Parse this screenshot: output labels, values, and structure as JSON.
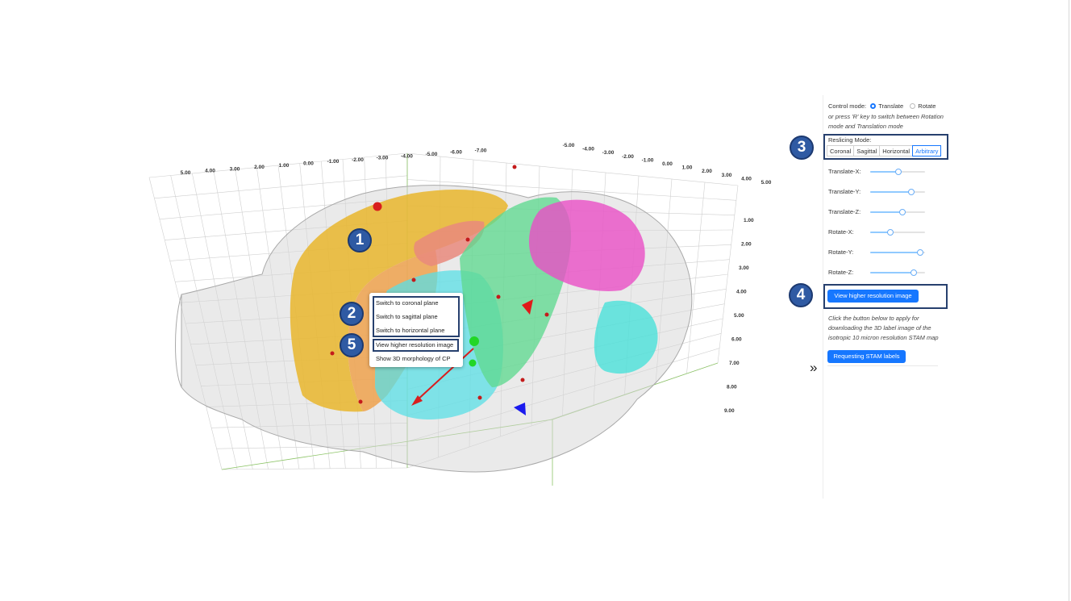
{
  "axis_top_labels": [
    "5.00",
    "4.00",
    "3.00",
    "2.00",
    "1.00",
    "0.00",
    "-1.00",
    "-2.00",
    "-3.00",
    "-4.00",
    "-5.00",
    "-6.00",
    "-7.00",
    "-5.00",
    "-4.00",
    "-3.00",
    "-2.00",
    "-1.00",
    "0.00",
    "1.00",
    "2.00",
    "3.00",
    "4.00",
    "5.00"
  ],
  "axis_right_labels": [
    "1.00",
    "2.00",
    "3.00",
    "4.00",
    "5.00",
    "6.00",
    "7.00",
    "8.00",
    "9.00"
  ],
  "context_menu": {
    "items": [
      "Switch to coronal plane",
      "Switch to sagittal plane",
      "Switch to horizontal plane",
      "View higher resolution image",
      "Show 3D morphology of CP"
    ]
  },
  "callouts": [
    "1",
    "2",
    "3",
    "4",
    "5"
  ],
  "panel": {
    "control_mode_label": "Control mode:",
    "translate_label": "Translate",
    "rotate_label": "Rotate",
    "hint_line1": "or press 'R' key to switch between Rotation",
    "hint_line2": "mode and Translation mode",
    "reslicing_label": "Reslicing Mode:",
    "reslicing_options": [
      "Coronal",
      "Sagittal",
      "Horizontal",
      "Arbitrary"
    ],
    "reslicing_selected": "Arbitrary",
    "sliders": [
      {
        "label": "Translate-X:",
        "value": 0.5
      },
      {
        "label": "Translate-Y:",
        "value": 0.74
      },
      {
        "label": "Translate-Z:",
        "value": 0.58
      },
      {
        "label": "Rotate-X:",
        "value": 0.35
      },
      {
        "label": "Rotate-Y:",
        "value": 0.9
      },
      {
        "label": "Rotate-Z:",
        "value": 0.78
      }
    ],
    "view_button": "View higher resolution image",
    "note_line1": "Click the button below to apply for",
    "note_line2": "downloading the 3D label image of the",
    "note_line3": "isotropic 10 micron resolution STAM map",
    "request_button": "Requesting STAM labels",
    "collapse_glyph": "»"
  },
  "colors": {
    "accent": "#1677ff",
    "callout": "#2f5aa3",
    "frame": "#27406e",
    "region_cortex": "#e9b526",
    "region_orange": "#eea24e",
    "region_cyan": "#59dfe6",
    "region_green": "#5fd98f",
    "region_magenta": "#ea4fc6",
    "marker_red": "#d81e1e",
    "marker_green": "#22d626",
    "marker_blue": "#1a1aee"
  }
}
